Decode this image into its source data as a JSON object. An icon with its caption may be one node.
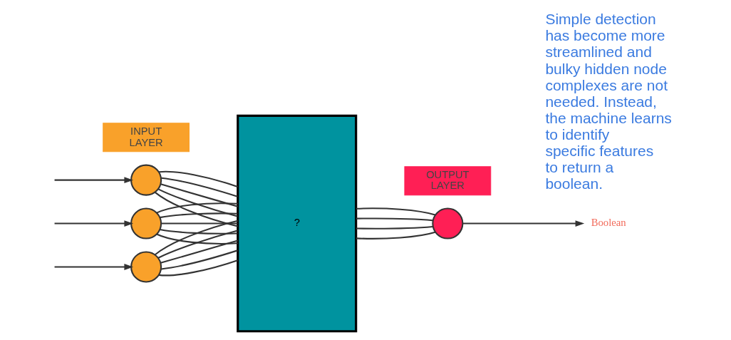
{
  "diagram": {
    "nodes": [
      {
        "text": [],
        "shape": "circle"
      },
      {
        "text": [],
        "shape": "circle"
      },
      {
        "text": [],
        "shape": "circle"
      },
      {
        "text": [
          "?"
        ]
      },
      {
        "text": [],
        "shape": "circle"
      },
      {
        "text": [
          "Boolean"
        ]
      },
      {
        "text": [
          "INPUT LAYER"
        ]
      },
      {
        "text": [
          "OUTPUT LAYER"
        ]
      }
    ],
    "edges": [
      {
        "from": null,
        "to": 0,
        "arrow": "to"
      },
      {
        "from": null,
        "to": 1,
        "arrow": "to"
      },
      {
        "from": null,
        "to": 2,
        "arrow": "to"
      },
      {
        "from": 0,
        "to": 3,
        "arrow": "none"
      },
      {
        "from": 0,
        "to": 3,
        "arrow": "none"
      },
      {
        "from": 0,
        "to": 3,
        "arrow": "none"
      },
      {
        "from": 0,
        "to": 3,
        "arrow": "none"
      },
      {
        "from": 0,
        "to": 3,
        "arrow": "none"
      },
      {
        "from": 1,
        "to": 3,
        "arrow": "none"
      },
      {
        "from": 1,
        "to": 3,
        "arrow": "none"
      },
      {
        "from": 1,
        "to": 3,
        "arrow": "none"
      },
      {
        "from": 1,
        "to": 3,
        "arrow": "none"
      },
      {
        "from": 1,
        "to": 3,
        "arrow": "none"
      },
      {
        "from": 2,
        "to": 3,
        "arrow": "none"
      },
      {
        "from": 2,
        "to": 3,
        "arrow": "none"
      },
      {
        "from": 2,
        "to": 3,
        "arrow": "none"
      },
      {
        "from": 2,
        "to": 3,
        "arrow": "none"
      },
      {
        "from": 2,
        "to": 3,
        "arrow": "none"
      },
      {
        "from": 3,
        "to": 4,
        "arrow": "none"
      },
      {
        "from": 3,
        "to": 4,
        "arrow": "none"
      },
      {
        "from": 3,
        "to": 4,
        "arrow": "none"
      },
      {
        "from": 3,
        "to": 4,
        "arrow": "none"
      },
      {
        "from": 4,
        "to": 5,
        "arrow": "to"
      }
    ],
    "labels": [
      "Simple detection has become more streamlined and bulky hidden node complexes are not needed. Instead, the machine learns to identify specific features to return a boolean."
    ]
  }
}
